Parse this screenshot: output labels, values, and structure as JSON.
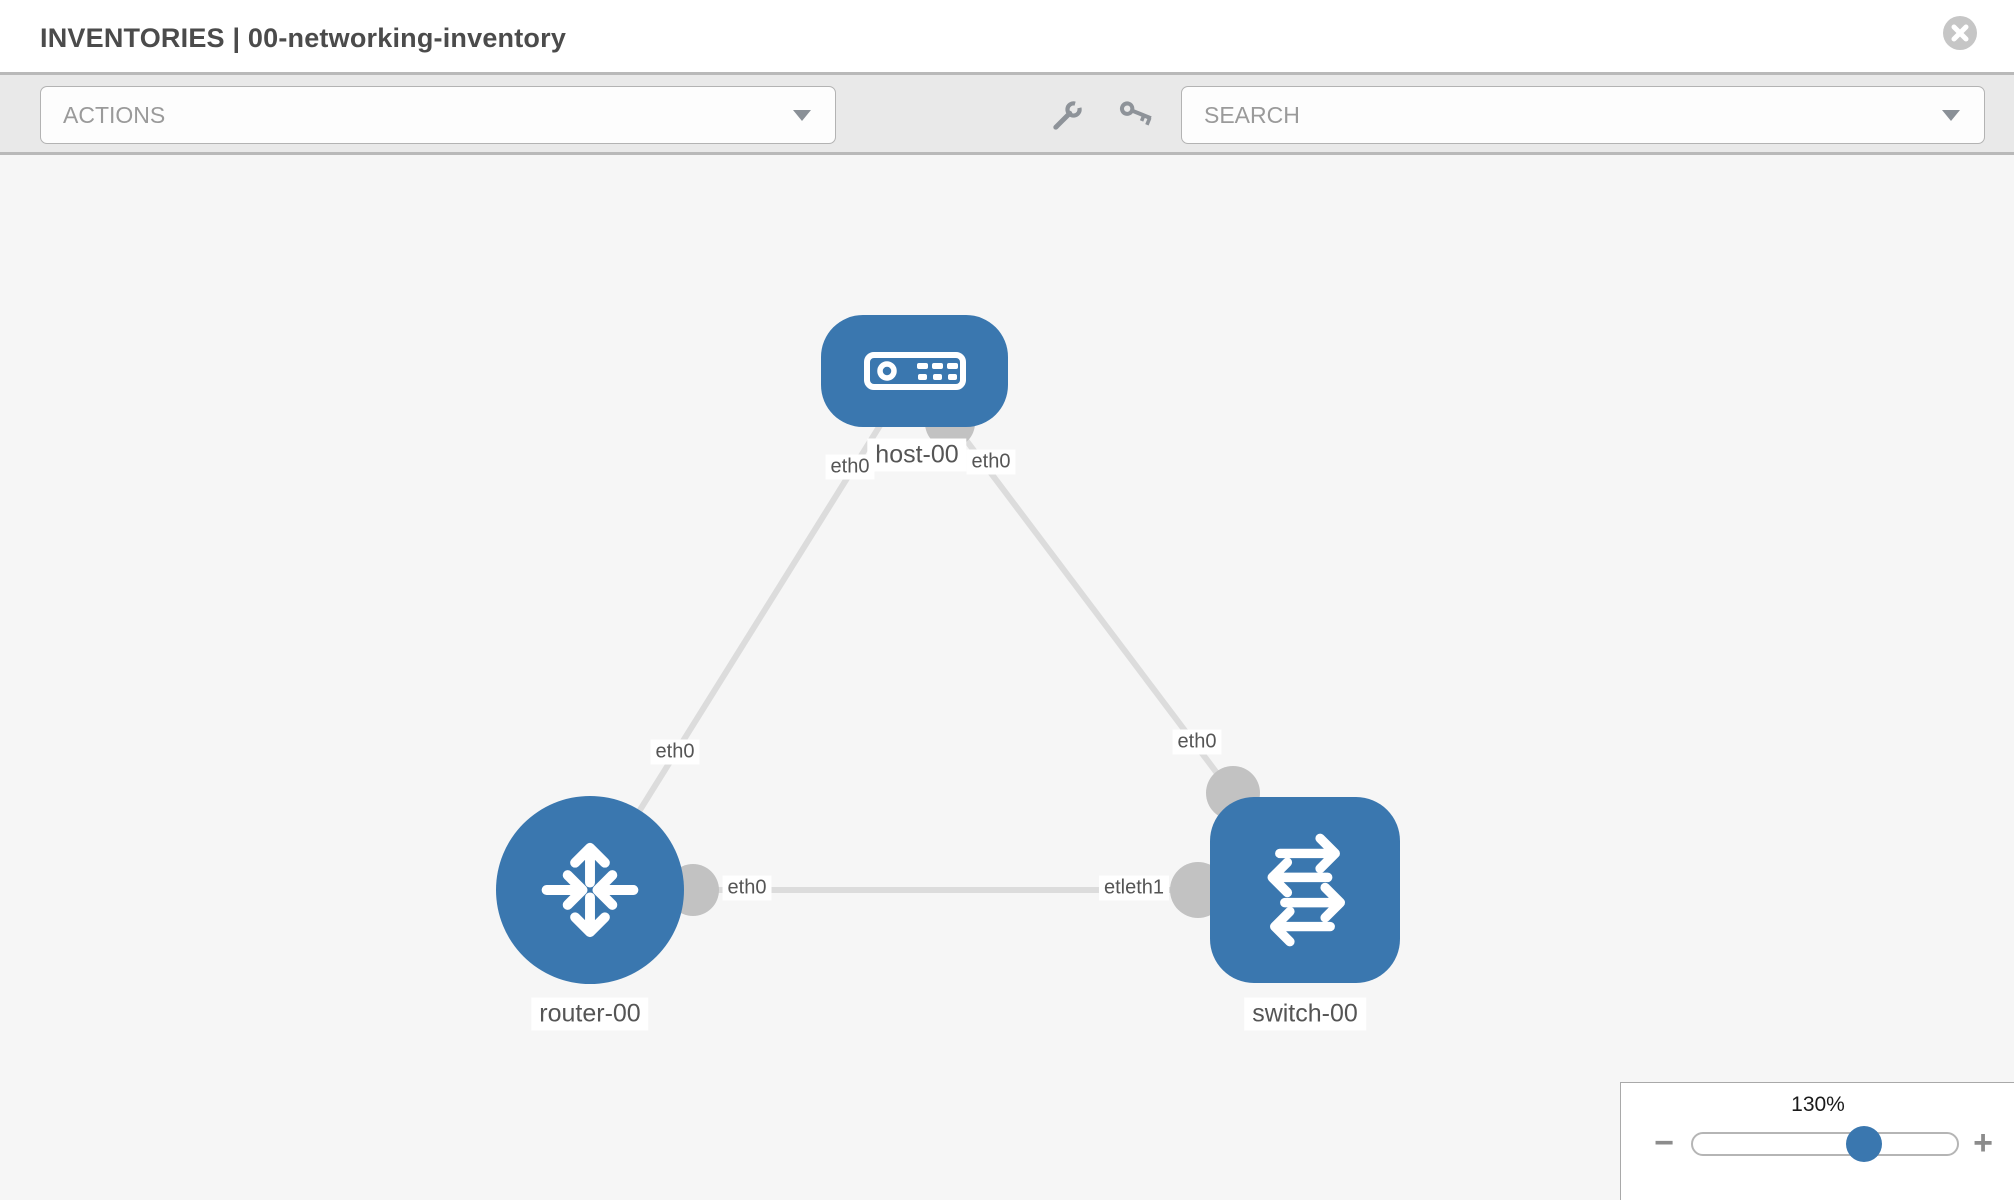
{
  "header": {
    "title": "INVENTORIES | 00-networking-inventory"
  },
  "toolbar": {
    "actions_placeholder": "ACTIONS",
    "search_placeholder": "SEARCH",
    "icons": [
      "wrench-icon",
      "key-icon"
    ]
  },
  "topology": {
    "nodes": [
      {
        "id": "host-00",
        "type": "host",
        "label": "host-00"
      },
      {
        "id": "router-00",
        "type": "router",
        "label": "router-00"
      },
      {
        "id": "switch-00",
        "type": "switch",
        "label": "switch-00"
      }
    ],
    "links": [
      {
        "from": "host-00",
        "to": "router-00",
        "from_label": "eth0",
        "to_label": "eth0"
      },
      {
        "from": "host-00",
        "to": "switch-00",
        "from_label": "eth0",
        "to_label": "eth0"
      },
      {
        "from": "router-00",
        "to": "switch-00",
        "from_label": "eth0",
        "to_label": "etleth1"
      }
    ]
  },
  "zoom_control": {
    "level": "130%",
    "minus_label": "−",
    "plus_label": "+"
  },
  "colors": {
    "node_blue": "#3a77af",
    "port_gray": "#c2c2c2",
    "link_gray": "#dcdcdc",
    "canvas_bg": "#f6f6f6",
    "toolbar_bg": "#e9e9e9"
  }
}
